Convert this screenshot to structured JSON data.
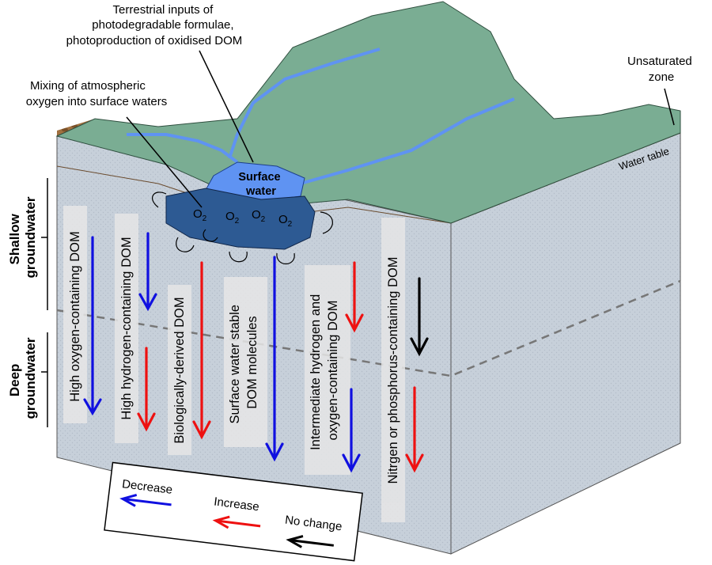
{
  "callouts": {
    "terrestrial": [
      "Terrestrial inputs of",
      "photodegradable formulae,",
      "photoproduction of oxidised DOM"
    ],
    "mixing": [
      "Mixing of atmospheric",
      "oxygen into surface waters"
    ],
    "unsaturated": [
      "Unsaturated",
      "zone"
    ],
    "water_table": "Water table",
    "surface_water": [
      "Surface",
      "water"
    ],
    "o2": "O",
    "o2_sub": "2"
  },
  "zones": {
    "shallow": [
      "Shallow",
      "groundwater"
    ],
    "deep": [
      "Deep",
      "groundwater"
    ]
  },
  "columns": [
    {
      "label": [
        "High oxygen-containing DOM"
      ],
      "trend": "decrease"
    },
    {
      "label": [
        "High hydrogen-containing DOM"
      ],
      "trend": "decrease-then-increase"
    },
    {
      "label": [
        "Biologically-derived DOM"
      ],
      "trend": "increase"
    },
    {
      "label": [
        "Surface water stable",
        "DOM molecules"
      ],
      "trend": "decrease"
    },
    {
      "label": [
        "Intermediate hydrogen and",
        "oxygen-containing DOM"
      ],
      "trend": "increase-then-decrease"
    },
    {
      "label": [
        "Nitrgen or phosphorus-containing DOM"
      ],
      "trend": "no-change-then-increase"
    }
  ],
  "legend": {
    "decrease": "Decrease",
    "increase": "Increase",
    "no_change": "No change"
  },
  "colors": {
    "decrease": "#1010e0",
    "increase": "#ee1111",
    "no_change": "#000000",
    "land": "#7aad93",
    "soil": "#9a6a3a",
    "groundwater": "#c5ced8",
    "surface_water": "#5f93f2",
    "deep_water": "#2d5a93"
  }
}
